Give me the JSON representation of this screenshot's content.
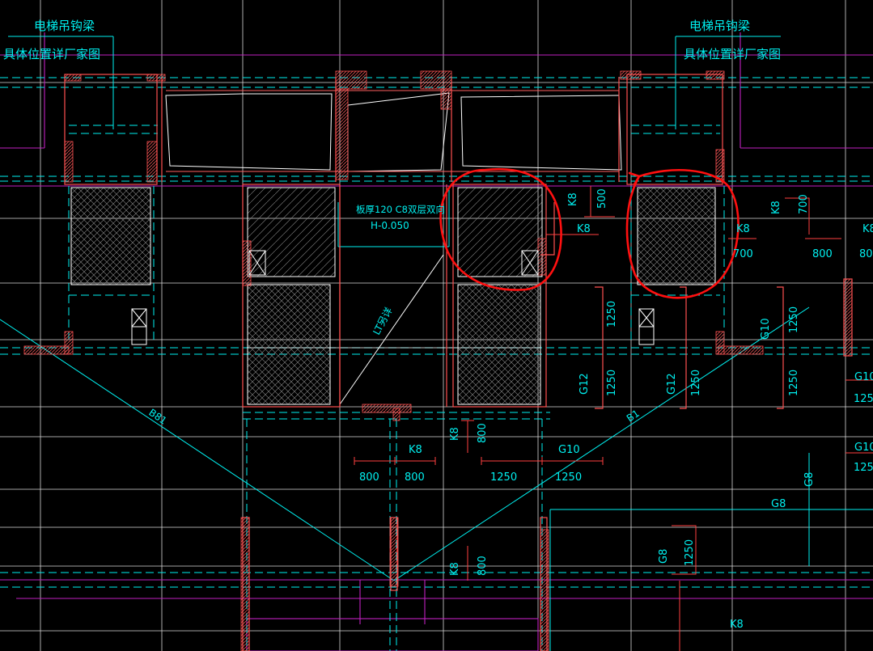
{
  "notes": {
    "elevator_hook_beam": "电梯吊钩梁",
    "location_per_manufacturer": "具体位置详厂家图",
    "slab_spec": "板厚120 C8双层双向",
    "slab_elevation": "H-0.050",
    "stair_ref": "LT另详"
  },
  "axis_labels": {
    "left_diagonal": "B81",
    "right_diagonal": "B1"
  },
  "dimensions": {
    "v_500": "500",
    "v_700": "700",
    "v_1250": "1250",
    "v_800": "800",
    "h_800": "800",
    "h_1250": "1250"
  },
  "rebar_codes": {
    "k8": "K8",
    "g12": "G12",
    "g10": "G10",
    "g8": "G8"
  },
  "colors": {
    "background": "#000000",
    "grid": "#ffffff",
    "cyan": "#00f0f0",
    "wall": "#ff6060",
    "magenta": "#c020c0",
    "highlight_circle": "#ff1010"
  },
  "highlights": [
    "highlight-circle-left",
    "highlight-circle-right"
  ]
}
